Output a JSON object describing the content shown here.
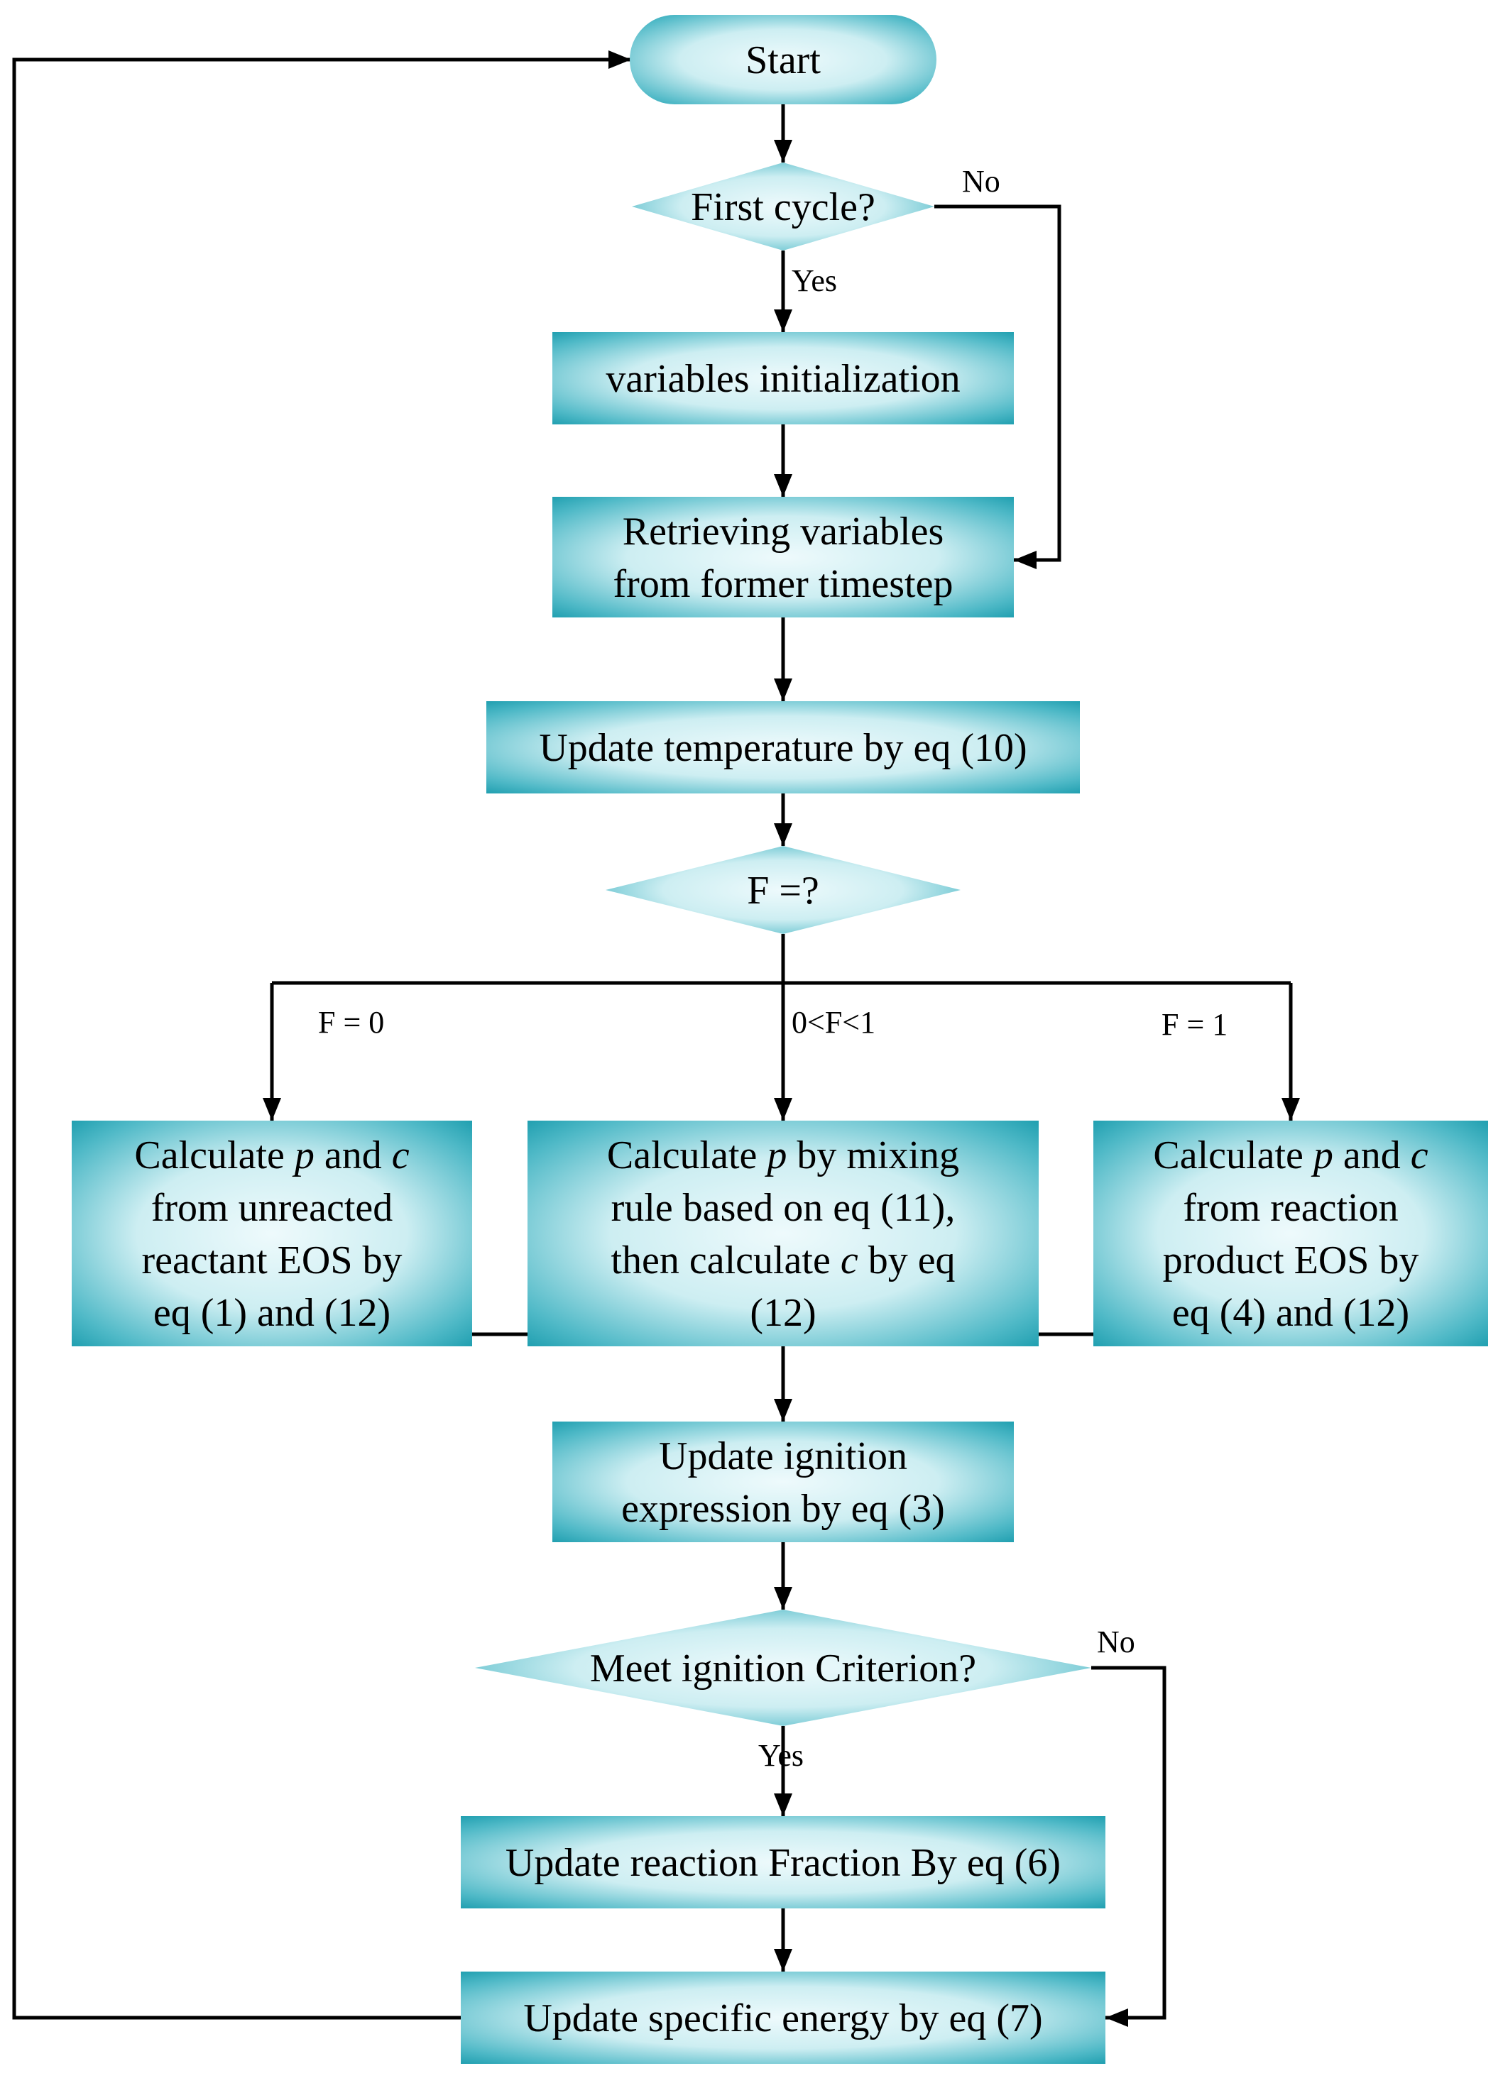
{
  "colors": {
    "box_edge": "#0e95a7",
    "box_mid": "#4fb9c7",
    "box_center": "#eefafc",
    "line": "#000000",
    "text": "#000000"
  },
  "nodes": {
    "start": {
      "shape": "terminal",
      "lines": [
        {
          "text": "Start"
        }
      ]
    },
    "first_cycle": {
      "shape": "decision",
      "lines": [
        {
          "text": "First cycle?"
        }
      ]
    },
    "init": {
      "shape": "process",
      "lines": [
        {
          "text": "variables initialization"
        }
      ]
    },
    "retrieve": {
      "shape": "process",
      "lines": [
        {
          "text": "Retrieving variables"
        },
        {
          "text": "from former timestep"
        }
      ]
    },
    "update_temp": {
      "shape": "process",
      "lines": [
        {
          "text": "Update temperature by eq (10)"
        }
      ]
    },
    "f_check": {
      "shape": "decision",
      "lines": [
        {
          "text": "F =?"
        }
      ]
    },
    "calc_left": {
      "shape": "process",
      "lines": [
        {
          "text": "Calculate ",
          "italic": "p",
          "rest": " and ",
          "italic2": "c"
        },
        {
          "text": "from unreacted"
        },
        {
          "text": "reactant EOS by"
        },
        {
          "text": "eq (1) and (12)"
        }
      ]
    },
    "calc_mid": {
      "shape": "process",
      "lines": [
        {
          "text": "Calculate ",
          "italic": "p",
          "rest": " by mixing"
        },
        {
          "text": "rule based on eq (11),"
        },
        {
          "text": "then calculate ",
          "italic": "c",
          "rest": " by eq"
        },
        {
          "text": "(12)"
        }
      ]
    },
    "calc_right": {
      "shape": "process",
      "lines": [
        {
          "text": "Calculate ",
          "italic": "p",
          "rest": " and ",
          "italic2": "c"
        },
        {
          "text": "from reaction"
        },
        {
          "text": "product EOS by"
        },
        {
          "text": "eq (4) and (12)"
        }
      ]
    },
    "update_ign": {
      "shape": "process",
      "lines": [
        {
          "text": "Update ignition"
        },
        {
          "text": "expression by eq (3)"
        }
      ]
    },
    "meet_crit": {
      "shape": "decision",
      "lines": [
        {
          "text": "Meet ignition Criterion?"
        }
      ]
    },
    "update_frac": {
      "shape": "process",
      "lines": [
        {
          "text": "Update reaction Fraction By eq (6)"
        }
      ]
    },
    "update_energy": {
      "shape": "process",
      "lines": [
        {
          "text": "Update specific energy by eq (7)"
        }
      ]
    }
  },
  "edge_labels": {
    "first_no": "No",
    "first_yes": "Yes",
    "f_zero": "F = 0",
    "f_between": "0<F<1",
    "f_one": "F = 1",
    "crit_no": "No",
    "crit_yes": "Yes"
  }
}
